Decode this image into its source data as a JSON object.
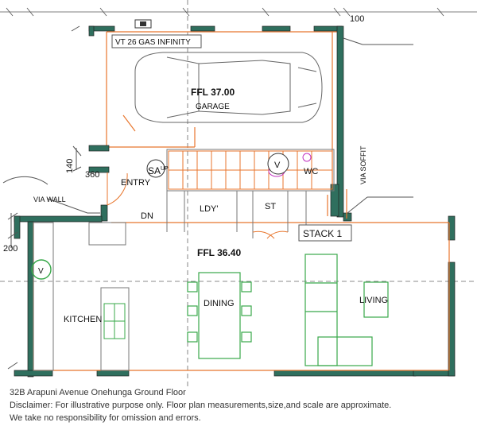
{
  "plan": {
    "rooms": {
      "garage": "GARAGE",
      "entry": "ENTRY",
      "ldy": "LDY'",
      "st": "ST",
      "wc": "WC",
      "kitchen": "KITCHEN",
      "dining": "DINING",
      "living": "LIVING"
    },
    "levels": {
      "garage_ffl": "FFL 37.00",
      "main_ffl": "FFL 36.40"
    },
    "notes": {
      "gas": "VT 26 GAS INFINITY",
      "stack": "STACK 1",
      "via_wall": "VIA WALL",
      "via_soffit": "VIA SOFFIT",
      "dn": "DN",
      "up": "UP",
      "sa": "SA",
      "v": "V"
    },
    "dimensions": {
      "d100": "100",
      "d140": "140",
      "d360": "360",
      "d200": "200"
    },
    "colors": {
      "wall_fill": "#2f6f5e",
      "orange": "#e8762d",
      "furniture": "#38a84a",
      "line": "#555555",
      "magenta": "#c030c0"
    }
  },
  "caption": {
    "line1": "32B Arapuni Avenue Onehunga Ground Floor",
    "line2": "Disclaimer: For illustrative purpose only. Floor plan measurements,size,and scale are approximate.",
    "line3": "We take no responsibility for omission and errors."
  }
}
